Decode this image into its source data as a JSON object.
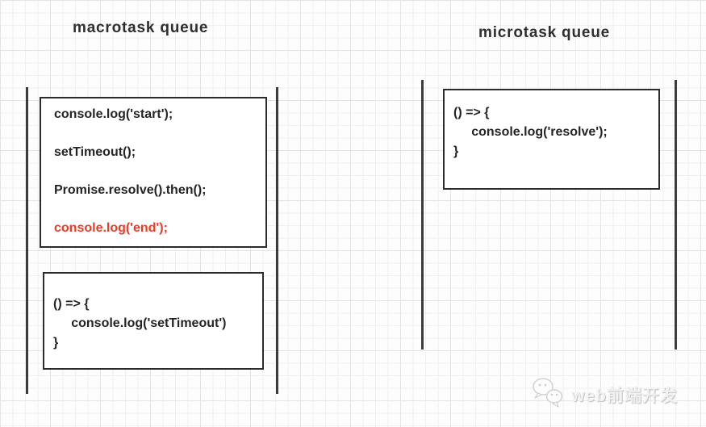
{
  "colors": {
    "code_text": "#242424",
    "highlight_red": "#ee3b26",
    "box_border": "#2b2b2b",
    "rail": "#3c3c3c",
    "title_text": "#2f2f2f"
  },
  "macrotask": {
    "title": "macrotask queue",
    "script_box": {
      "lines": [
        {
          "text": "console.log('start');"
        },
        {
          "text": "setTimeout();"
        },
        {
          "text": "Promise.resolve().then();"
        },
        {
          "text": "console.log('end');",
          "highlight": true
        }
      ]
    },
    "callback_box": {
      "lines": [
        {
          "text": "() => {"
        },
        {
          "text": "     console.log('setTimeout')"
        },
        {
          "text": "}"
        }
      ]
    }
  },
  "microtask": {
    "title": "microtask queue",
    "callback_box": {
      "lines": [
        {
          "text": "() => {"
        },
        {
          "text": "     console.log('resolve');"
        },
        {
          "text": "}"
        }
      ]
    }
  },
  "watermark": {
    "text": "web前端开发",
    "icon": "wechat-chat-bubbles-icon"
  }
}
